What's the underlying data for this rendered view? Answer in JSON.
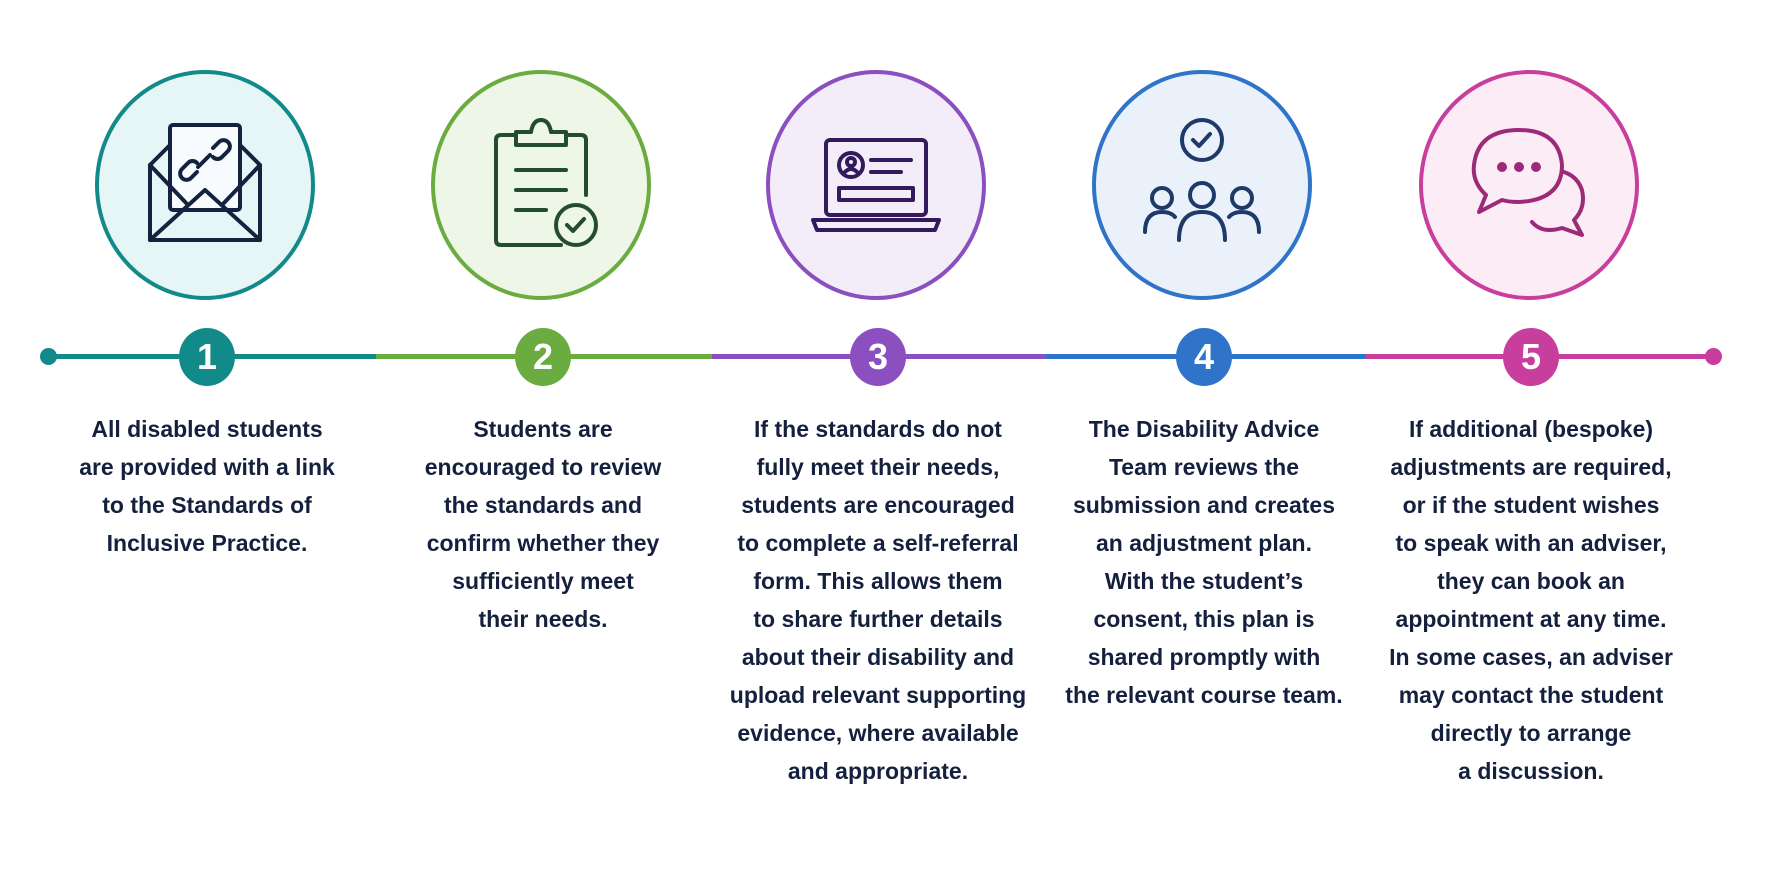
{
  "steps": [
    {
      "number": "1",
      "icon": "envelope-link-icon",
      "color": "#138a8a",
      "fill": "#e6f5f5",
      "lines": [
        "All disabled students",
        "are provided with a link",
        "to the Standards of",
        "Inclusive Practice."
      ]
    },
    {
      "number": "2",
      "icon": "clipboard-check-icon",
      "color": "#6aac3f",
      "fill": "#eef6e8",
      "lines": [
        "Students are",
        "encouraged to review",
        "the standards and",
        "confirm whether they",
        "sufficiently meet",
        "their needs."
      ]
    },
    {
      "number": "3",
      "icon": "laptop-form-icon",
      "color": "#8c4fbf",
      "fill": "#f3ecf9",
      "lines": [
        "If the standards do not",
        "fully meet their needs,",
        "students are encouraged",
        "to complete a self-referral",
        "form. This allows them",
        "to share further details",
        "about their disability and",
        "upload relevant supporting",
        "evidence, where available",
        "and appropriate."
      ]
    },
    {
      "number": "4",
      "icon": "team-check-icon",
      "color": "#2f74c8",
      "fill": "#eaf1fb",
      "lines": [
        "The Disability Advice",
        "Team reviews the",
        "submission and creates",
        "an adjustment plan.",
        "With the student’s",
        "consent, this plan is",
        "shared promptly with",
        "the relevant course team."
      ]
    },
    {
      "number": "5",
      "icon": "chat-bubbles-icon",
      "color": "#c83e9c",
      "fill": "#fbecf5",
      "lines": [
        "If additional (bespoke)",
        "adjustments are required,",
        "or if the student wishes",
        "to speak with an adviser,",
        "they can book an",
        "appointment at any time.",
        "In some cases, an adviser",
        "may contact the student",
        "directly to arrange",
        "a discussion."
      ]
    }
  ]
}
